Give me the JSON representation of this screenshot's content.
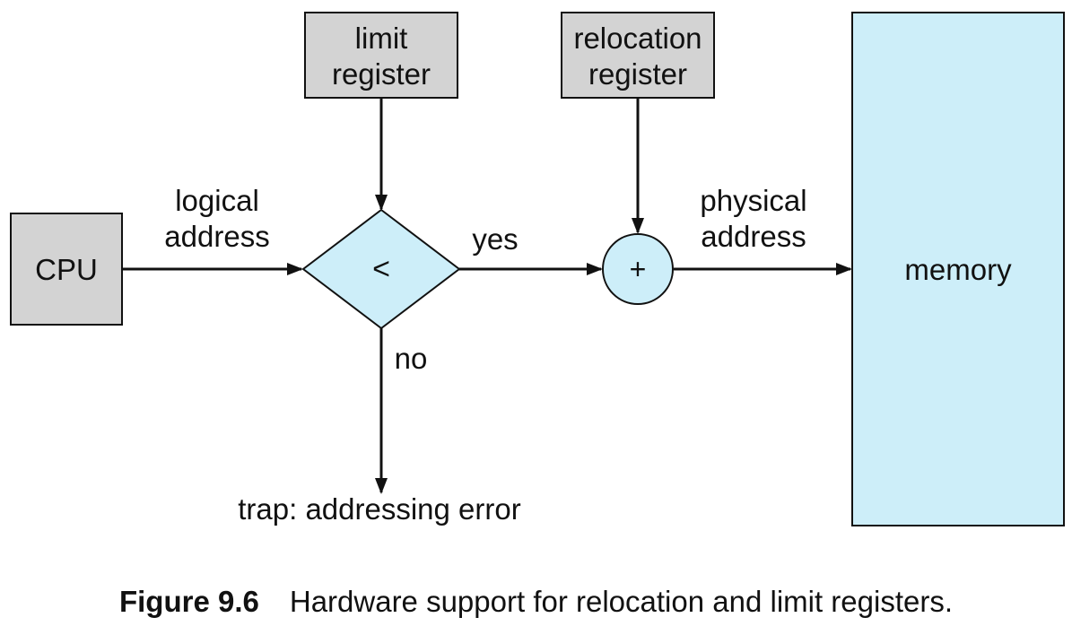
{
  "nodes": {
    "cpu": "CPU",
    "limit_register": [
      "limit",
      "register"
    ],
    "relocation_register": [
      "relocation",
      "register"
    ],
    "comparator": "<",
    "adder": "+",
    "memory": "memory"
  },
  "edge_labels": {
    "logical_address": [
      "logical",
      "address"
    ],
    "physical_address": [
      "physical",
      "address"
    ],
    "yes": "yes",
    "no": "no",
    "trap": "trap: addressing error"
  },
  "caption": {
    "label": "Figure 9.6",
    "text": "Hardware support for relocation and limit registers."
  },
  "colors": {
    "register_fill": "#d3d3d3",
    "light_blue_fill": "#cdeef9",
    "stroke": "#111111"
  }
}
